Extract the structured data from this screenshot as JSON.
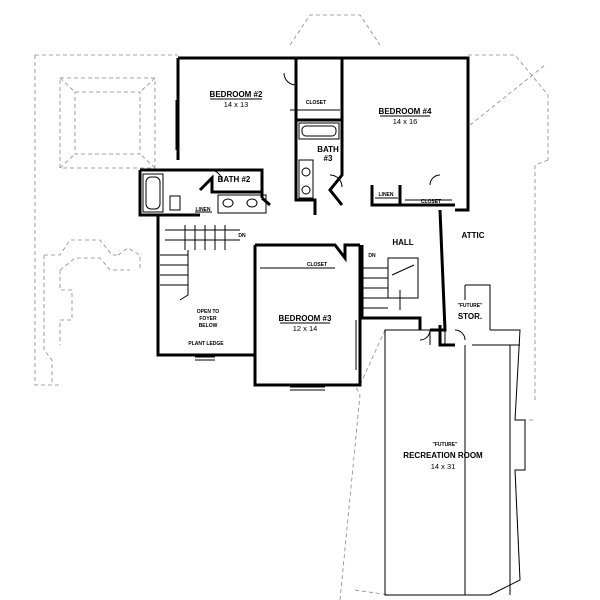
{
  "rooms": {
    "bedroom2": {
      "name": "BEDROOM #2",
      "size": "14 x 13"
    },
    "bedroom4": {
      "name": "BEDROOM #4",
      "size": "14 x 16"
    },
    "bedroom3": {
      "name": "BEDROOM #3",
      "size": "12 x 14"
    },
    "bath2": {
      "name": "BATH #2"
    },
    "bath3": {
      "name": "BATH",
      "num": "#3"
    },
    "hall": {
      "name": "HALL"
    },
    "attic": {
      "name": "ATTIC"
    },
    "stor": {
      "future": "\"FUTURE\"",
      "name": "STOR."
    },
    "recreation": {
      "future": "\"FUTURE\"",
      "name": "RECREATION ROOM",
      "size": "14 x 31"
    },
    "open_to_foyer": {
      "line1": "OPEN TO",
      "line2": "FOYER",
      "line3": "BELOW"
    }
  },
  "labels": {
    "closet_b2": "CLOSET",
    "closet_b3": "CLOSET",
    "closet_b4": "CLOSET",
    "linen1": "LINEN",
    "linen2": "LINEN",
    "plant_ledge": "PLANT LEDGE",
    "stair_dn": "DN",
    "stair_dn2": "DN"
  }
}
